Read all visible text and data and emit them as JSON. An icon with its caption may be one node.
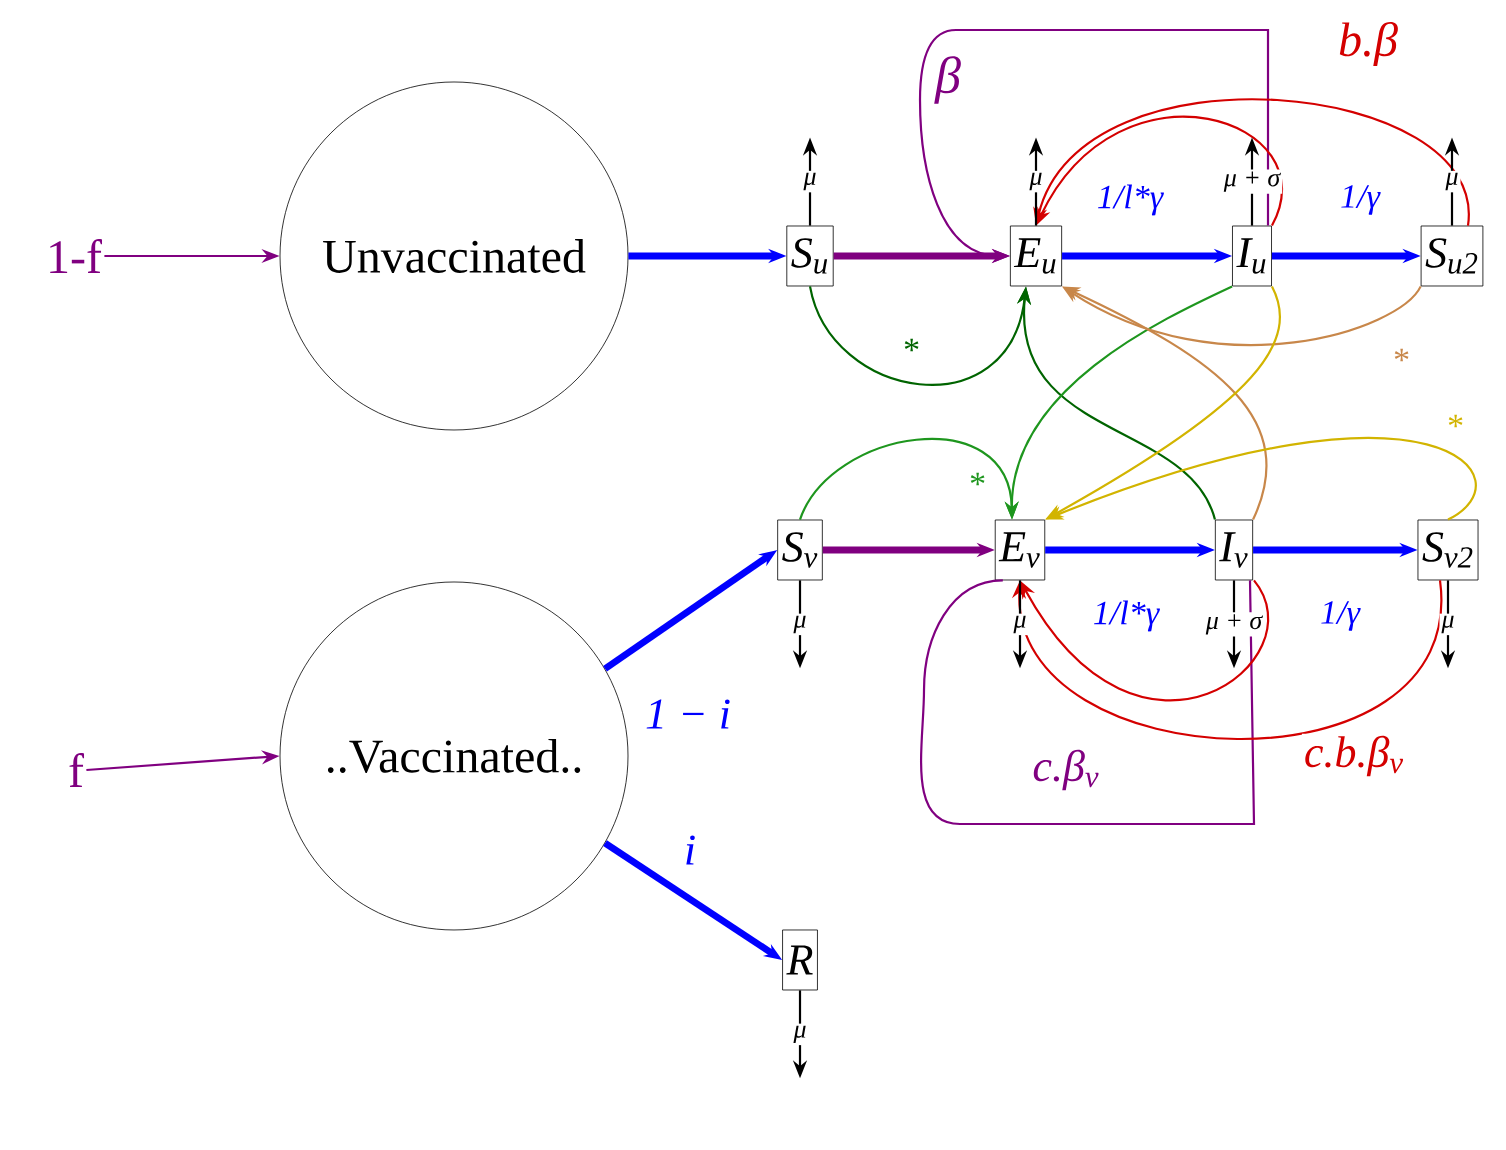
{
  "diagram": {
    "nodes": [
      {
        "text": [
          "1-f"
        ]
      },
      {
        "text": [
          "Unvaccinated"
        ]
      },
      {
        "text": [
          "S$_{u}$"
        ]
      },
      {
        "text": [
          "E$_{u}$"
        ]
      },
      {
        "text": [
          "I$_{u}$"
        ]
      },
      {
        "text": [
          "S$_{u2}$"
        ]
      },
      {
        "text": [
          "f"
        ]
      },
      {
        "text": [
          "..Vaccinated.."
        ]
      },
      {
        "text": [
          "S$_{v}$"
        ]
      },
      {
        "text": [
          "E$_{v}$"
        ]
      },
      {
        "text": [
          "I$_{v}$"
        ]
      },
      {
        "text": [
          "S$_{v2}$"
        ]
      },
      {
        "text": [
          "R"
        ]
      }
    ],
    "edges": [
      {
        "from": 0,
        "to": 1,
        "arrow": "to",
        "color": "#800080"
      },
      {
        "from": 1,
        "to": 2,
        "arrow": "to",
        "style": "thick",
        "color": "#0000ff"
      },
      {
        "from": 2,
        "to": 3,
        "arrow": "to",
        "style": "thick",
        "color": "#800080"
      },
      {
        "from": 3,
        "to": 4,
        "arrow": "to",
        "style": "thick",
        "color": "#0000ff",
        "label": "1/l*γ"
      },
      {
        "from": 4,
        "to": 5,
        "arrow": "to",
        "style": "thick",
        "color": "#0000ff",
        "label": "1/γ"
      },
      {
        "from": 4,
        "to": 3,
        "arrow": "to",
        "color": "#800080",
        "label": "β"
      },
      {
        "from": 5,
        "to": 3,
        "arrow": "to",
        "color": "#d40000",
        "label": "b.β"
      },
      {
        "from": 4,
        "to": 3,
        "arrow": "to",
        "color": "#d40000"
      },
      {
        "from": 6,
        "to": 7,
        "arrow": "to",
        "color": "#800080"
      },
      {
        "from": 7,
        "to": 8,
        "arrow": "to",
        "style": "thick",
        "color": "#0000ff",
        "label": "1 − i"
      },
      {
        "from": 7,
        "to": 12,
        "arrow": "to",
        "style": "thick",
        "color": "#0000ff",
        "label": "i"
      },
      {
        "from": 8,
        "to": 9,
        "arrow": "to",
        "style": "thick",
        "color": "#800080"
      },
      {
        "from": 9,
        "to": 10,
        "arrow": "to",
        "style": "thick",
        "color": "#0000ff",
        "label": "1/l*γ"
      },
      {
        "from": 10,
        "to": 11,
        "arrow": "to",
        "style": "thick",
        "color": "#0000ff",
        "label": "1/γ"
      },
      {
        "from": 10,
        "to": 9,
        "arrow": "none",
        "color": "#800080",
        "label": "c.β$_{v}$"
      },
      {
        "from": 11,
        "to": 9,
        "arrow": "to",
        "color": "#d40000",
        "label": "c.b.β$_{v}$"
      },
      {
        "from": 10,
        "to": 9,
        "arrow": "to",
        "color": "#d40000"
      },
      {
        "from": 2,
        "to": 3,
        "arrow": "to",
        "color": "#006400",
        "label": "*"
      },
      {
        "from": 10,
        "to": 3,
        "arrow": "to",
        "color": "#006400"
      },
      {
        "from": 8,
        "to": 9,
        "arrow": "to",
        "color": "#1e961e",
        "label": "*"
      },
      {
        "from": 4,
        "to": 9,
        "arrow": "to",
        "color": "#1e961e"
      },
      {
        "from": 10,
        "to": 3,
        "arrow": "to",
        "color": "#c8874a"
      },
      {
        "from": 5,
        "to": 3,
        "arrow": "to",
        "color": "#c8874a",
        "label": "*"
      },
      {
        "from": 4,
        "to": 9,
        "arrow": "to",
        "color": "#d2b400"
      },
      {
        "from": 11,
        "to": 9,
        "arrow": "to",
        "color": "#d2b400",
        "label": "*"
      },
      {
        "from": 2,
        "to": null,
        "arrow": "to",
        "label": "μ"
      },
      {
        "from": 3,
        "to": null,
        "arrow": "to",
        "label": "μ"
      },
      {
        "from": 4,
        "to": null,
        "arrow": "to",
        "label": "μ + σ"
      },
      {
        "from": 5,
        "to": null,
        "arrow": "to",
        "label": "μ"
      },
      {
        "from": 8,
        "to": null,
        "arrow": "to",
        "label": "μ"
      },
      {
        "from": 9,
        "to": null,
        "arrow": "to",
        "label": "μ"
      },
      {
        "from": 10,
        "to": null,
        "arrow": "to",
        "label": "μ + σ"
      },
      {
        "from": 11,
        "to": null,
        "arrow": "to",
        "label": "μ"
      },
      {
        "from": 12,
        "to": null,
        "arrow": "to",
        "label": "μ"
      }
    ]
  }
}
